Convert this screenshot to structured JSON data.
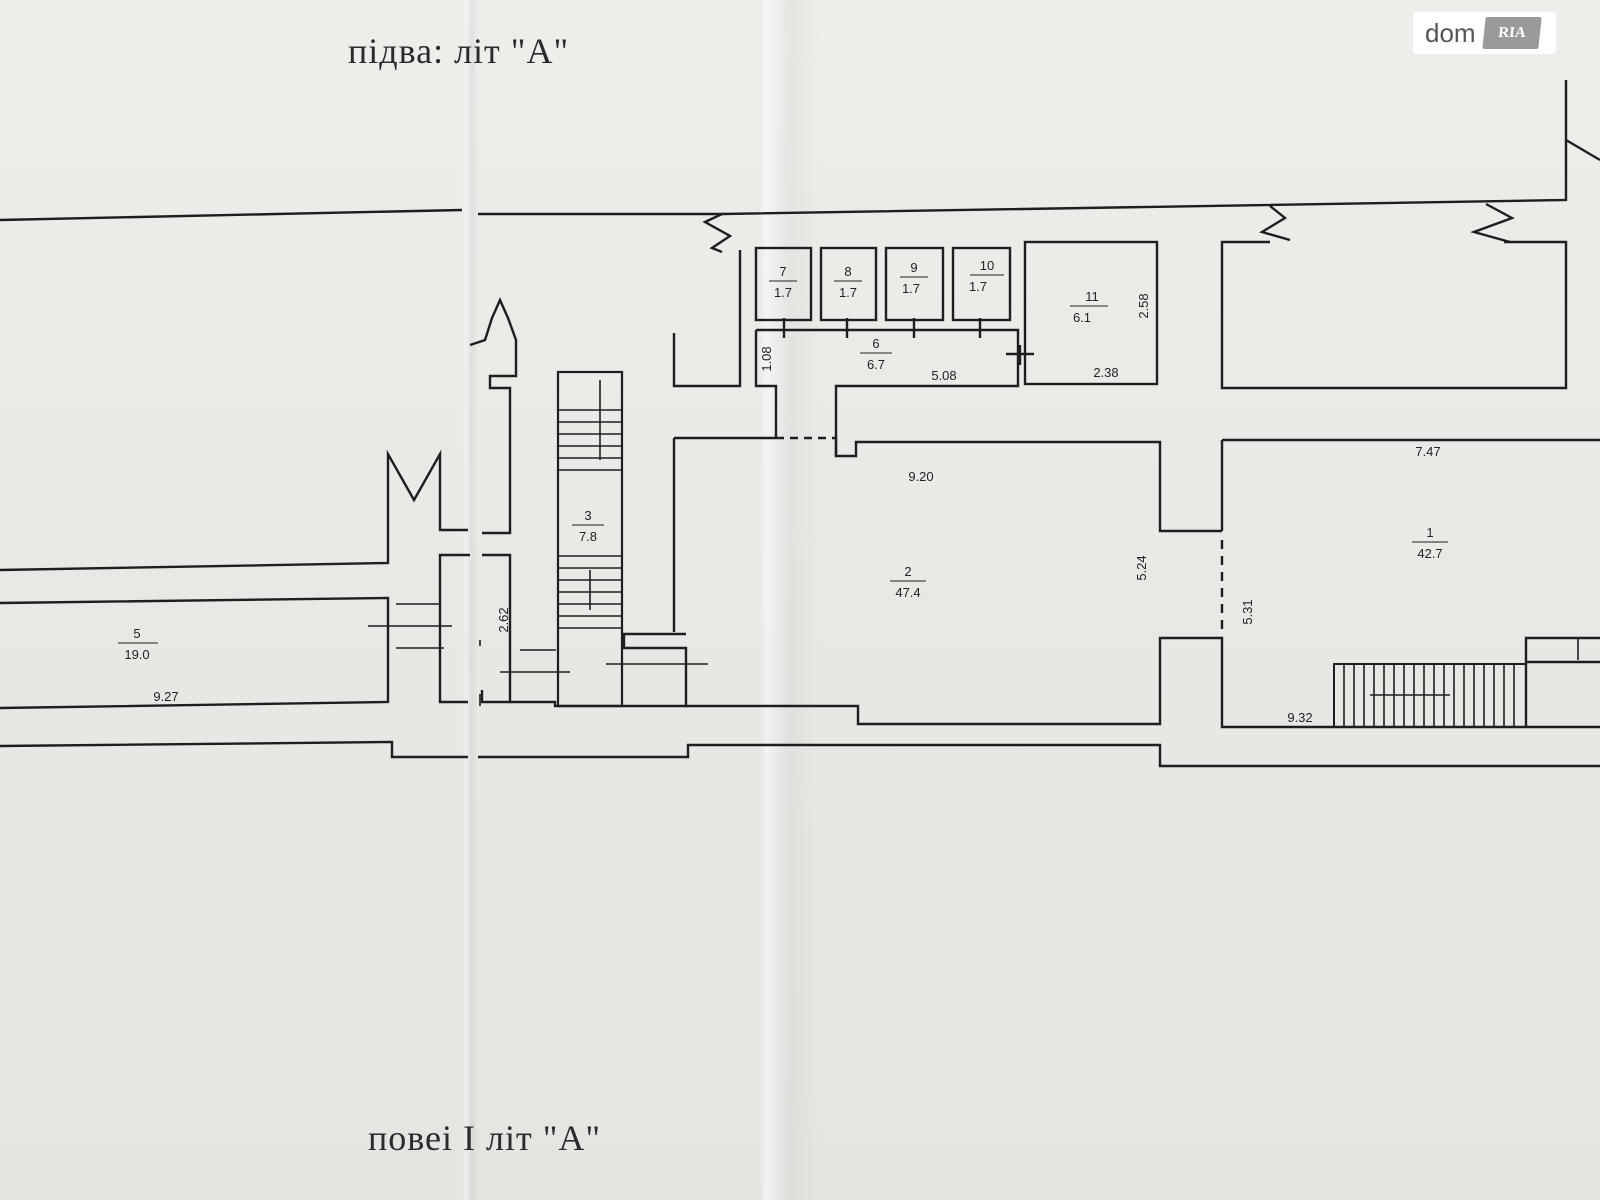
{
  "titles": {
    "top": "підва: літ \"А\"",
    "bottom": "повеі I літ \"А\""
  },
  "logo": {
    "text": "dom",
    "badge": "RIA"
  },
  "rooms": [
    {
      "id": "room-1",
      "number": "1",
      "area": "42.7"
    },
    {
      "id": "room-2",
      "number": "2",
      "area": "47.4"
    },
    {
      "id": "room-3",
      "number": "3",
      "area": "7.8"
    },
    {
      "id": "room-5",
      "number": "5",
      "area": "19.0"
    },
    {
      "id": "room-6",
      "number": "6",
      "area": "6.7"
    },
    {
      "id": "room-7",
      "number": "7",
      "area": "1.7"
    },
    {
      "id": "room-8",
      "number": "8",
      "area": "1.7"
    },
    {
      "id": "room-9",
      "number": "9",
      "area": "1.7"
    },
    {
      "id": "room-10",
      "number": "10",
      "area": "1.7"
    },
    {
      "id": "room-11",
      "number": "11",
      "area": "6.1"
    }
  ],
  "dimensions": {
    "d_9_20": "9.20",
    "d_7_47": "7.47",
    "d_5_24": "5.24",
    "d_5_31": "5.31",
    "d_9_32": "9.32",
    "d_9_27": "9.27",
    "d_2_62": "2.62",
    "d_1_08": "1.08",
    "d_5_08": "5.08",
    "d_2_38": "2.38",
    "d_2_58": "2.58"
  },
  "colors": {
    "line": "#1e1e1e",
    "paper": "#e9eae6"
  }
}
